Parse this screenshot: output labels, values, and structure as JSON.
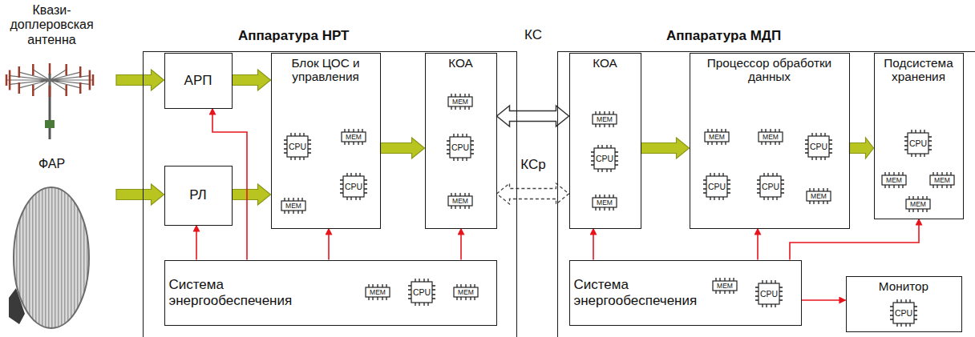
{
  "diagram": {
    "nodes": [
      {
        "text": [
          "Квази- доплеровская антенна"
        ]
      },
      {
        "text": [
          "ФАР"
        ]
      },
      {
        "text": [
          "Аппаратура НРТ"
        ]
      },
      {
        "text": [
          "АРП"
        ],
        "in": 2
      },
      {
        "text": [
          "РЛ"
        ],
        "in": 2
      },
      {
        "text": [
          "Блок ЦОС и управления"
        ],
        "in": 2
      },
      {
        "text": [
          "CPU"
        ],
        "in": 5
      },
      {
        "text": [
          "MEM"
        ],
        "in": 5
      },
      {
        "text": [
          "CPU"
        ],
        "in": 5
      },
      {
        "text": [
          "MEM"
        ],
        "in": 5
      },
      {
        "text": [
          "КОА"
        ],
        "in": 2
      },
      {
        "text": [
          "MEM"
        ],
        "in": 10
      },
      {
        "text": [
          "CPU"
        ],
        "in": 10
      },
      {
        "text": [
          "MEM"
        ],
        "in": 10
      },
      {
        "text": [
          "Система энергообеспечения"
        ],
        "in": 2
      },
      {
        "text": [
          "MEM"
        ],
        "in": 14
      },
      {
        "text": [
          "CPU"
        ],
        "in": 14
      },
      {
        "text": [
          "MEM"
        ],
        "in": 14
      },
      {
        "text": [
          "Аппаратура МДП"
        ]
      },
      {
        "text": [
          "КОА"
        ],
        "in": 18
      },
      {
        "text": [
          "MEM"
        ],
        "in": 19
      },
      {
        "text": [
          "CPU"
        ],
        "in": 19
      },
      {
        "text": [
          "MEM"
        ],
        "in": 19
      },
      {
        "text": [
          "Процессор обработки данных"
        ],
        "in": 18
      },
      {
        "text": [
          "MEM"
        ],
        "in": 23
      },
      {
        "text": [
          "MEM"
        ],
        "in": 23
      },
      {
        "text": [
          "CPU"
        ],
        "in": 23
      },
      {
        "text": [
          "CPU"
        ],
        "in": 23
      },
      {
        "text": [
          "CPU"
        ],
        "in": 23
      },
      {
        "text": [
          "MEM"
        ],
        "in": 23
      },
      {
        "text": [
          "Подсистема хранения"
        ],
        "in": 18
      },
      {
        "text": [
          "CPU"
        ],
        "in": 30
      },
      {
        "text": [
          "MEM"
        ],
        "in": 30
      },
      {
        "text": [
          "MEM"
        ],
        "in": 30
      },
      {
        "text": [
          "MEM"
        ],
        "in": 30
      },
      {
        "text": [
          "Система энергообеспечения"
        ],
        "in": 18
      },
      {
        "text": [
          "MEM"
        ],
        "in": 35
      },
      {
        "text": [
          "CPU"
        ],
        "in": 35
      },
      {
        "text": [
          "Монитор"
        ],
        "in": 18
      },
      {
        "text": [
          "CPU"
        ],
        "in": 38
      }
    ],
    "edges": [
      {
        "from": 0,
        "to": 3,
        "arrow": "to"
      },
      {
        "from": 1,
        "to": 4,
        "arrow": "to"
      },
      {
        "from": 3,
        "to": 5,
        "arrow": "to"
      },
      {
        "from": 4,
        "to": 5,
        "arrow": "to"
      },
      {
        "from": 5,
        "to": 10,
        "arrow": "to"
      },
      {
        "from": 10,
        "to": 19,
        "label": "КС",
        "arrow": "both"
      },
      {
        "from": 10,
        "to": 19,
        "label": "КСр",
        "arrow": "both"
      },
      {
        "from": 19,
        "to": 23,
        "arrow": "to"
      },
      {
        "from": 23,
        "to": 30,
        "arrow": "to"
      },
      {
        "from": 14,
        "to": 4,
        "arrow": "to"
      },
      {
        "from": 14,
        "to": 3,
        "arrow": "to"
      },
      {
        "from": 14,
        "to": 5,
        "arrow": "to"
      },
      {
        "from": 14,
        "to": 10,
        "arrow": "to"
      },
      {
        "from": 35,
        "to": 19,
        "arrow": "to"
      },
      {
        "from": 35,
        "to": 23,
        "arrow": "to"
      },
      {
        "from": 35,
        "to": 30,
        "arrow": "to"
      },
      {
        "from": 35,
        "to": 38,
        "arrow": "to"
      }
    ]
  }
}
